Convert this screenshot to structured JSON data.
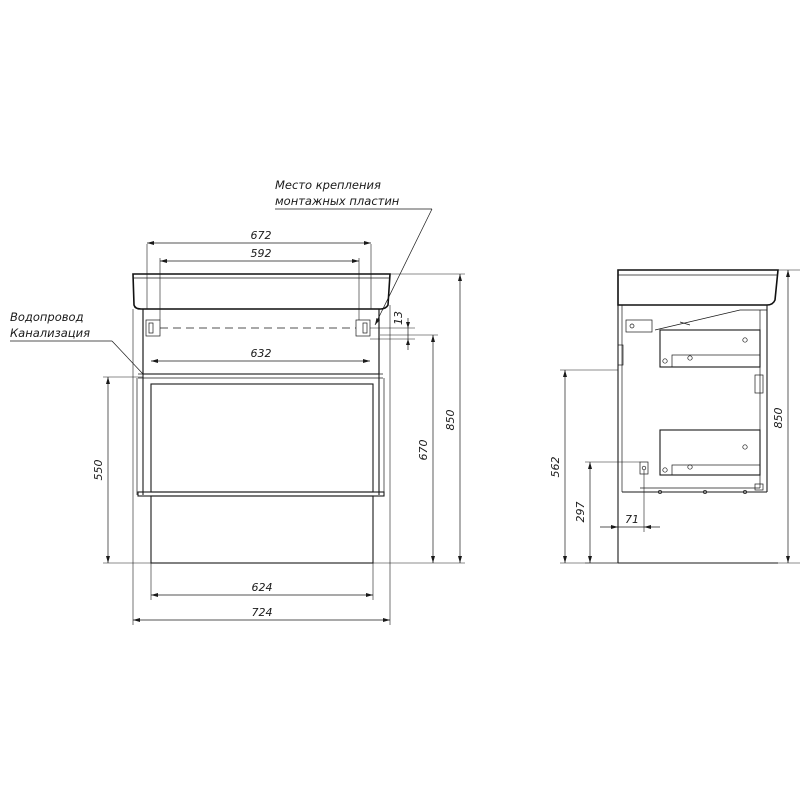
{
  "annotations": {
    "mounting_line1": "Место крепления",
    "mounting_line2": "монтажных пластин",
    "water_line1": "Водопровод",
    "water_line2": "Канализация"
  },
  "front_view": {
    "top_width_outer": "672",
    "top_width_inner": "592",
    "mount_offset": "13",
    "inner_width": "632",
    "body_height": "550",
    "height_to_plates": "670",
    "total_height": "850",
    "drawer_width": "624",
    "total_width": "724"
  },
  "side_view": {
    "outlet_height": "562",
    "total_height": "850",
    "drain_height": "297",
    "drain_depth": "71"
  },
  "colors": {
    "line": "#1a1a1a",
    "hatch": "#8c8c8c",
    "background": "#ffffff"
  }
}
